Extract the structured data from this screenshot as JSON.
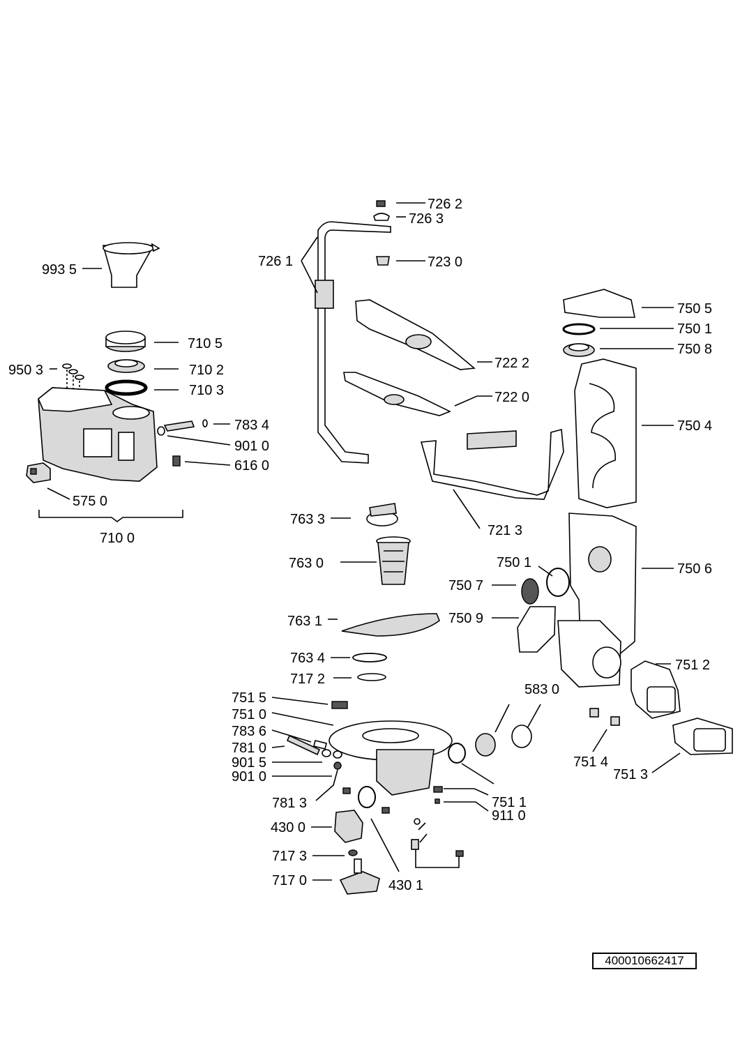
{
  "diagram": {
    "labels": {
      "p9935": "993 5",
      "p7105": "710 5",
      "p7102": "710 2",
      "p7103": "710 3",
      "p9503": "950 3",
      "p7834": "783 4",
      "p9010a": "901 0",
      "p6160": "616 0",
      "p5750": "575 0",
      "p7100": "710 0",
      "p7262": "726 2",
      "p7263": "726 3",
      "p7261": "726 1",
      "p7230": "723 0",
      "p7222": "722 2",
      "p7220": "722 0",
      "p7213": "721 3",
      "p7505": "750 5",
      "p7501a": "750 1",
      "p7508": "750 8",
      "p7504": "750 4",
      "p7506": "750 6",
      "p7501b": "750 1",
      "p7507": "750 7",
      "p7509": "750 9",
      "p7633": "763 3",
      "p7630": "763 0",
      "p7631": "763 1",
      "p7634": "763 4",
      "p7172": "717 2",
      "p7512": "751 2",
      "p5830": "583 0",
      "p7515": "751 5",
      "p7510": "751 0",
      "p7836": "783 6",
      "p7810": "781 0",
      "p9015": "901 5",
      "p9010b": "901 0",
      "p7813": "781 3",
      "p7511": "751 1",
      "p9110": "911 0",
      "p7514": "751 4",
      "p7513": "751 3",
      "p4300": "430 0",
      "p7173": "717 3",
      "p7170": "717 0",
      "p4301": "430 1"
    },
    "document_number": "400010662417"
  }
}
